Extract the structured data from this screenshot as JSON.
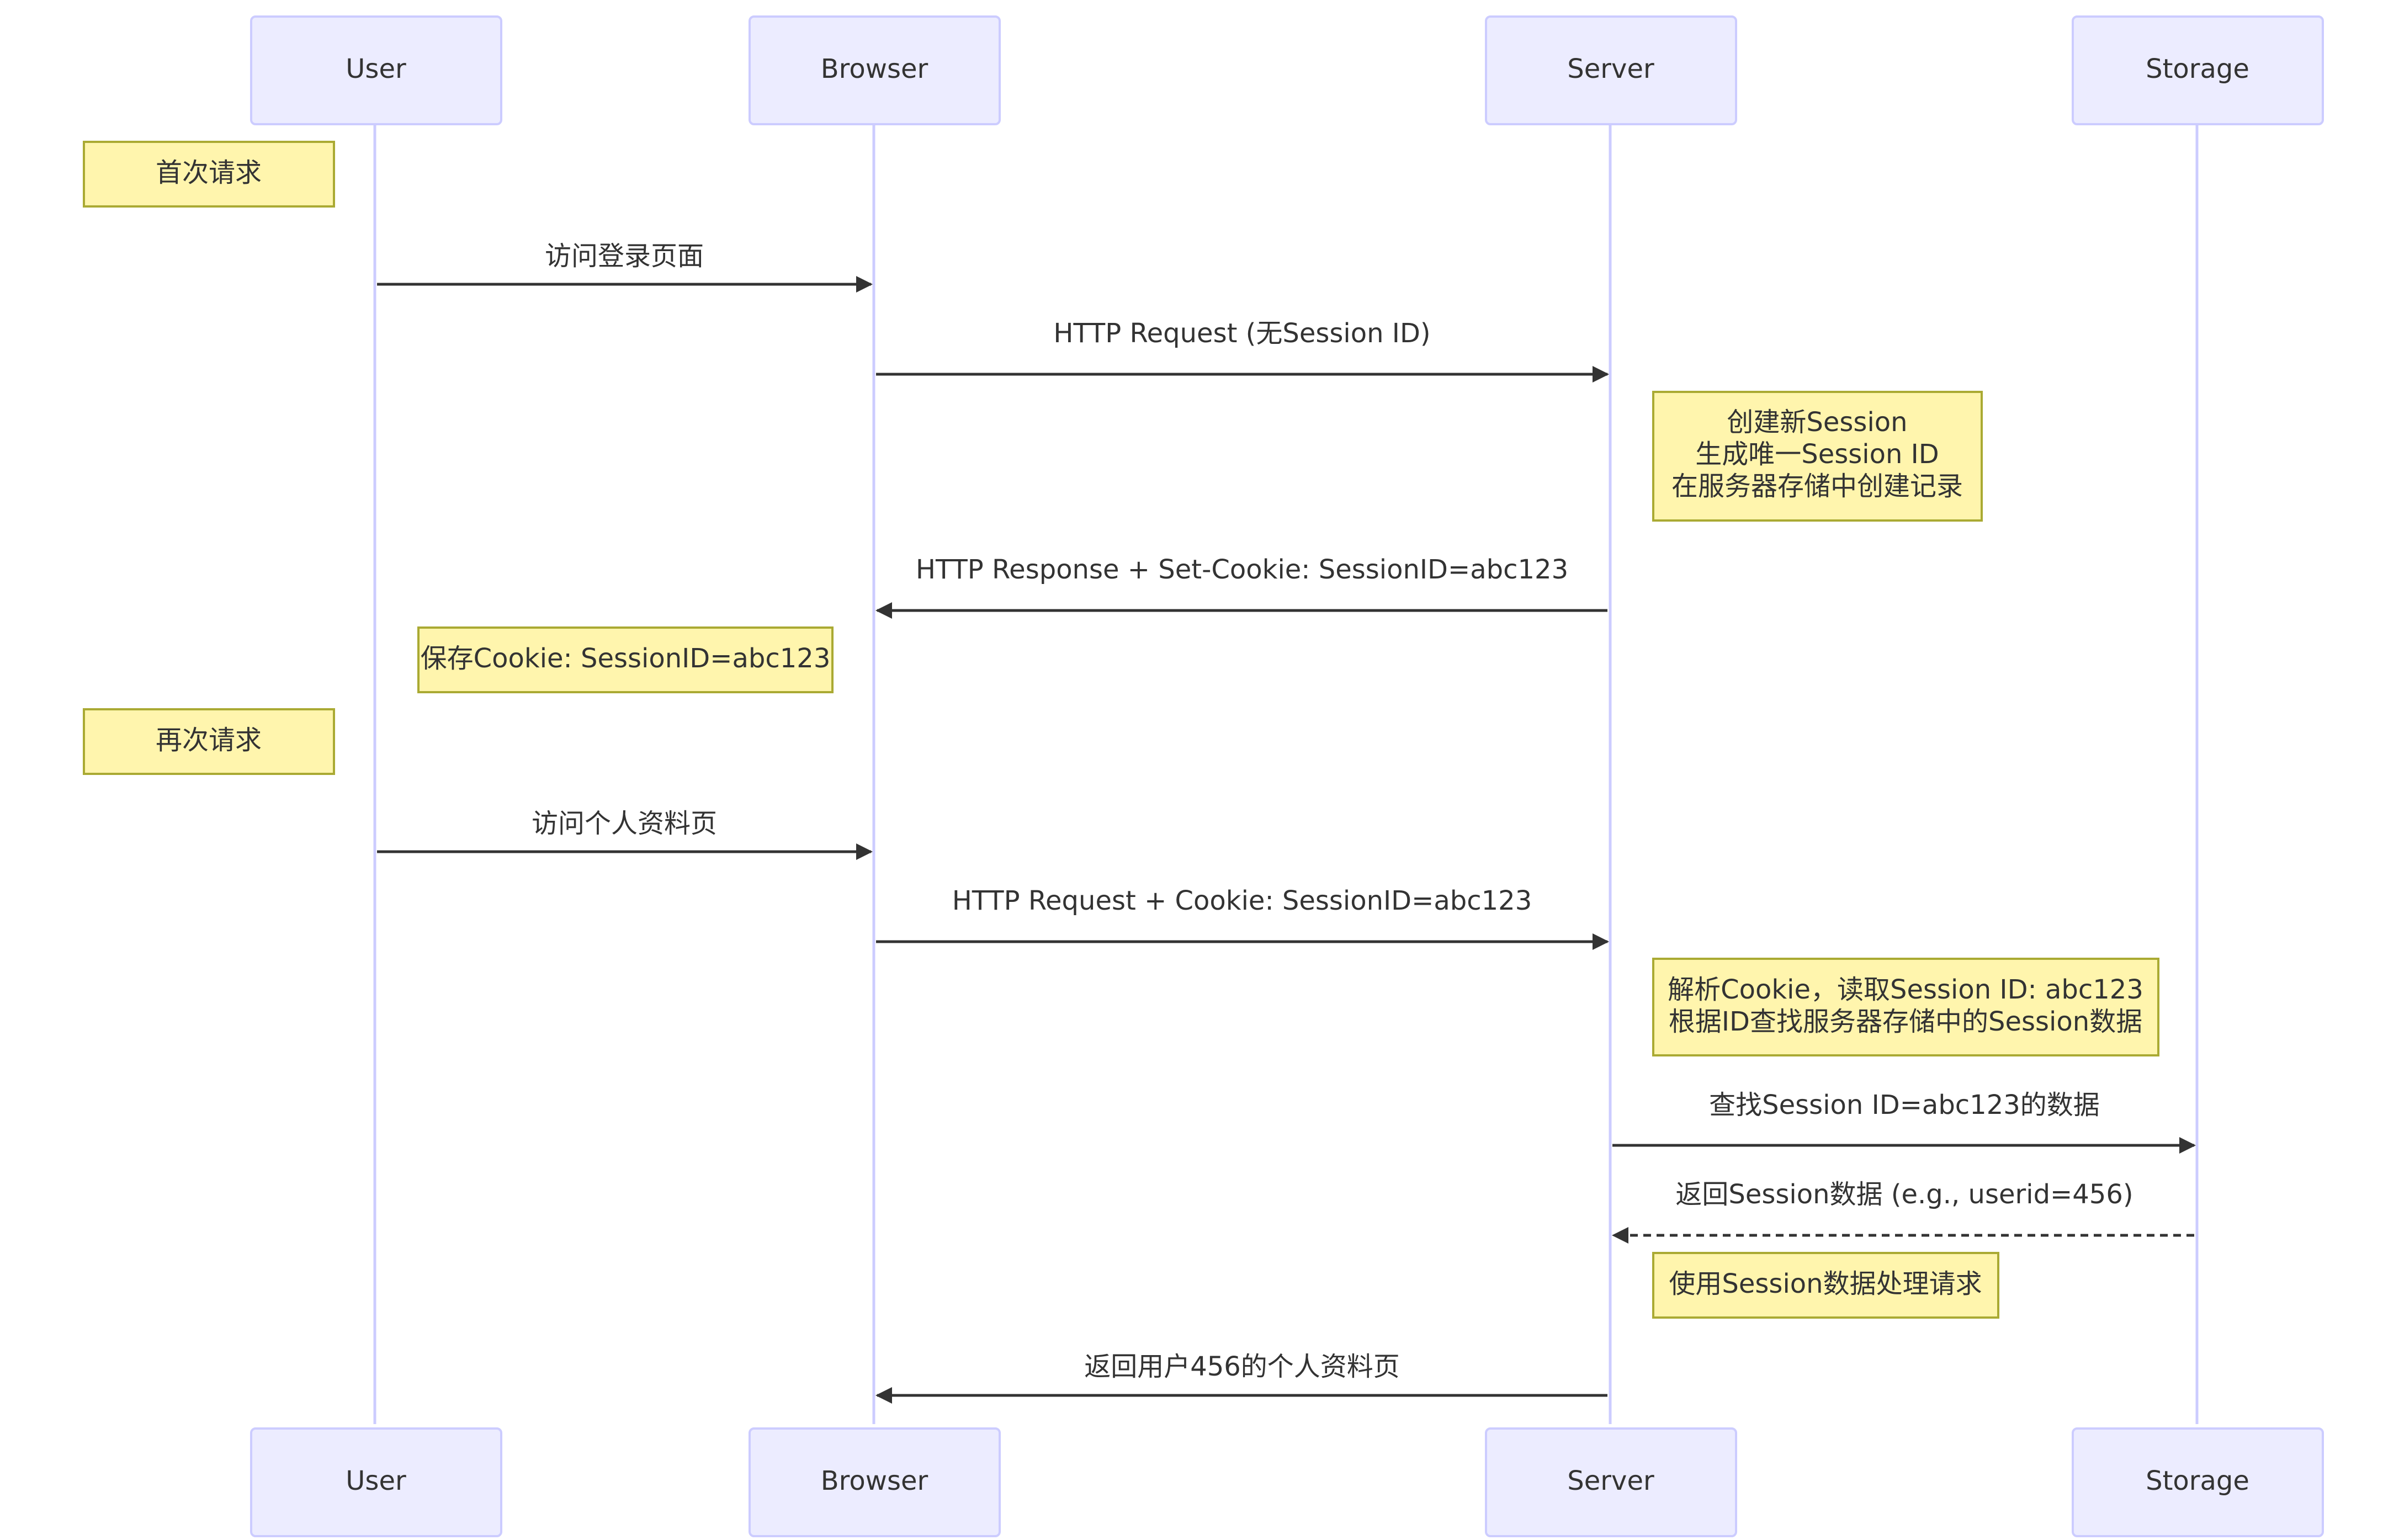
{
  "actors": [
    {
      "id": "user",
      "label": "User"
    },
    {
      "id": "browser",
      "label": "Browser"
    },
    {
      "id": "server",
      "label": "Server"
    },
    {
      "id": "storage",
      "label": "Storage"
    }
  ],
  "sections": {
    "first_request": "首次请求",
    "second_request": "再次请求"
  },
  "messages": [
    {
      "id": "m1",
      "from": "user",
      "to": "browser",
      "text": "访问登录页面",
      "style": "solid"
    },
    {
      "id": "m2",
      "from": "browser",
      "to": "server",
      "text": "HTTP Request (无Session ID)",
      "style": "solid"
    },
    {
      "id": "m3",
      "from": "server",
      "to": "browser",
      "text": "HTTP Response + Set-Cookie: SessionID=abc123",
      "style": "solid"
    },
    {
      "id": "m4",
      "from": "user",
      "to": "browser",
      "text": "访问个人资料页",
      "style": "solid"
    },
    {
      "id": "m5",
      "from": "browser",
      "to": "server",
      "text": "HTTP Request + Cookie: SessionID=abc123",
      "style": "solid"
    },
    {
      "id": "m6",
      "from": "server",
      "to": "storage",
      "text": "查找Session ID=abc123的数据",
      "style": "solid"
    },
    {
      "id": "m7",
      "from": "storage",
      "to": "server",
      "text": "返回Session数据 (e.g., userid=456)",
      "style": "dotted"
    },
    {
      "id": "m8",
      "from": "server",
      "to": "browser",
      "text": "返回用户456的个人资料页",
      "style": "solid"
    }
  ],
  "notes": {
    "create_session": [
      "创建新Session",
      "生成唯一Session ID",
      "在服务器存储中创建记录"
    ],
    "save_cookie": [
      "保存Cookie: SessionID=abc123"
    ],
    "parse_cookie": [
      "解析Cookie，读取Session ID: abc123",
      "根据ID查找服务器存储中的Session数据"
    ],
    "use_session": [
      "使用Session数据处理请求"
    ]
  },
  "colors": {
    "actor_fill": "#ECECFF",
    "actor_border": "#CCCCFF",
    "note_fill": "#FFF5AD",
    "note_border": "#AAAA33",
    "line": "#333333"
  }
}
